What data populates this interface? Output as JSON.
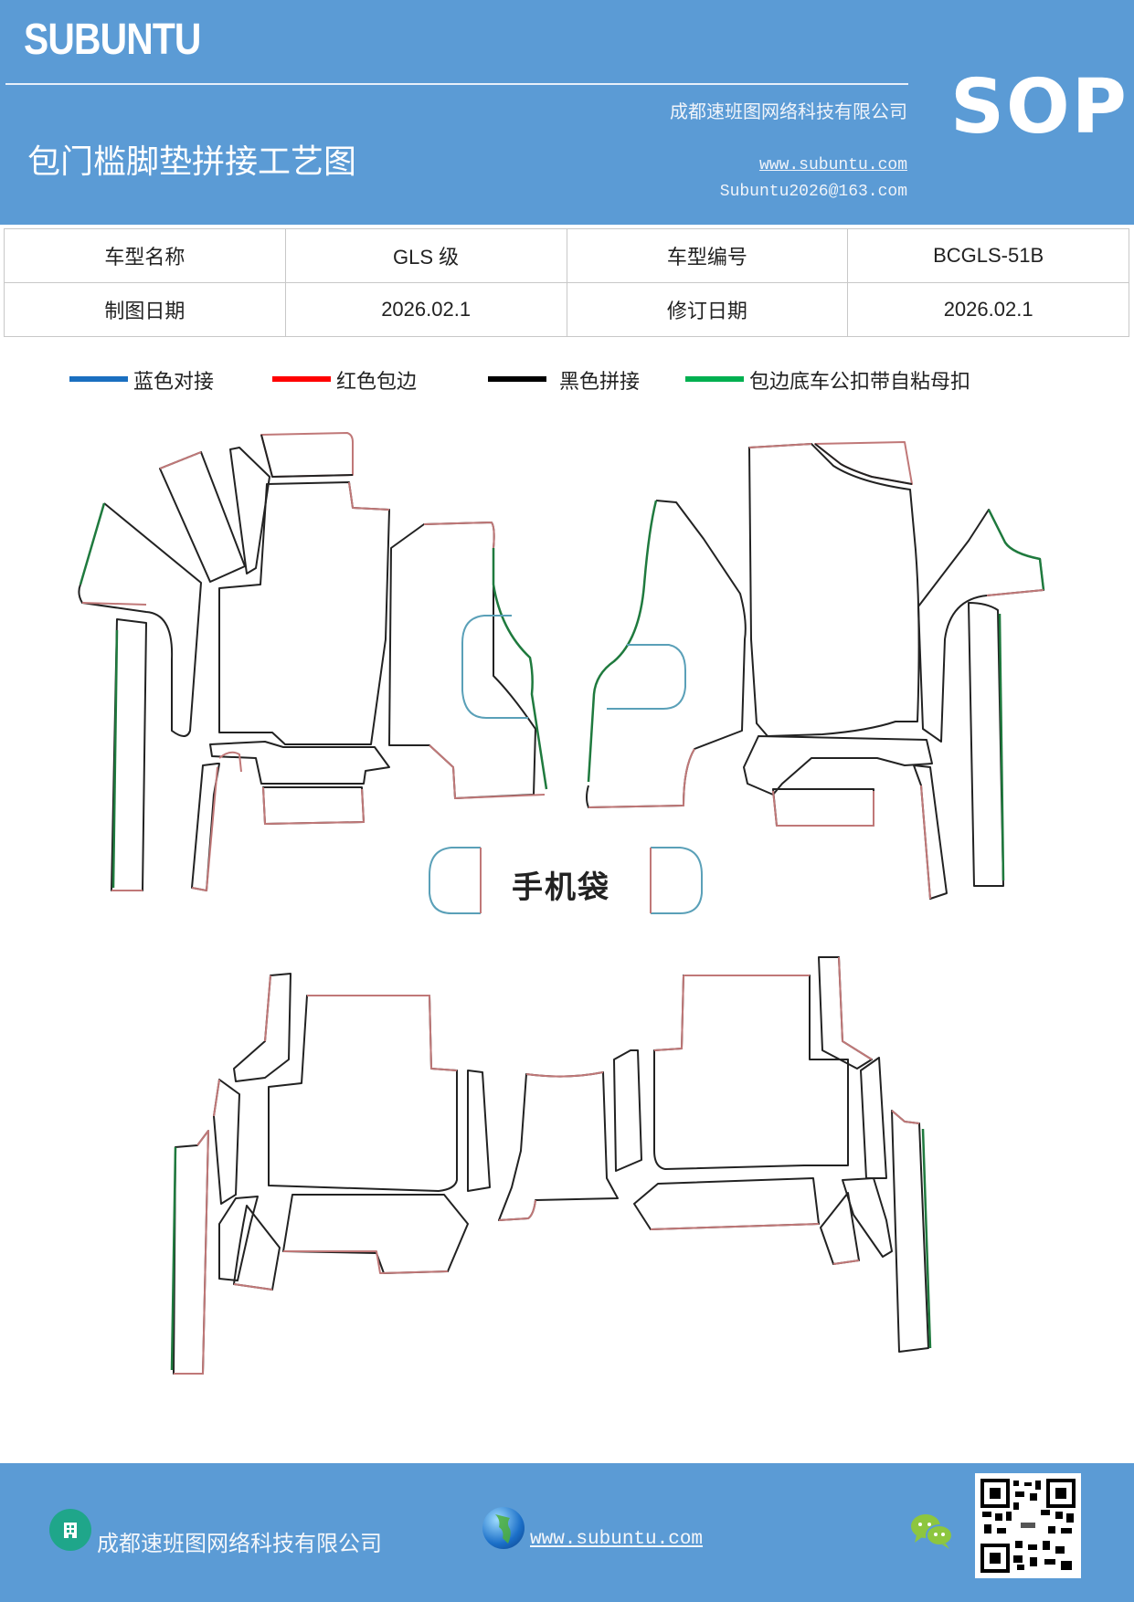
{
  "header": {
    "brand": "SUBUNTU",
    "doc_title": "包门槛脚垫拼接工艺图",
    "company": "成都速班图网络科技有限公司",
    "website": "www.subuntu.com",
    "email": "Subuntu2026@163.com",
    "badge": "SOP",
    "bg_color": "#5b9bd5"
  },
  "info_table": {
    "rows": [
      {
        "label1": "车型名称",
        "value1": "GLS 级",
        "label2": "车型编号",
        "value2": "BCGLS-51B"
      },
      {
        "label1": "制图日期",
        "value1": "2026.02.1",
        "label2": "修订日期",
        "value2": "2026.02.1"
      }
    ]
  },
  "legend": [
    {
      "label": "蓝色对接",
      "color": "#1a6fc0"
    },
    {
      "label": "红色包边",
      "color": "#ff0000"
    },
    {
      "label": "黑色拼接",
      "color": "#000000"
    },
    {
      "label": "包边底车公扣带自粘母扣",
      "color": "#00b050"
    }
  ],
  "diagram": {
    "pocket_label": "手机袋",
    "line_colors": {
      "black": "#222222",
      "red": "#c07878",
      "green": "#1f7a3e",
      "blue": "#5aa0b8"
    }
  },
  "footer": {
    "company": "成都速班图网络科技有限公司",
    "website": "www.subuntu.com",
    "icons": [
      "building-icon",
      "globe-icon",
      "wechat-icon",
      "qr-code"
    ]
  }
}
